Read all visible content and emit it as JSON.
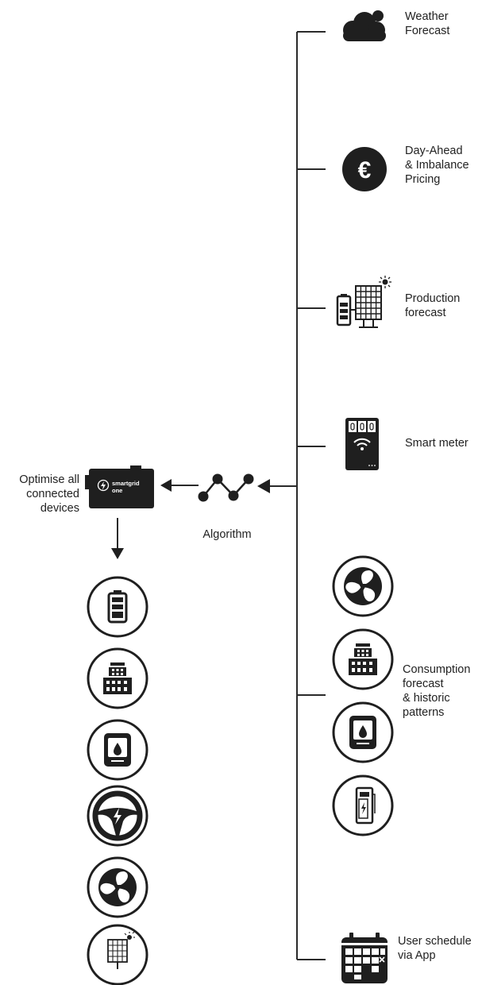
{
  "inputs": {
    "weather": [
      "Weather",
      "Forecast"
    ],
    "pricing": [
      "Day-Ahead",
      "& Imbalance",
      "Pricing"
    ],
    "production": [
      "Production",
      "forecast"
    ],
    "smart_meter": [
      "Smart meter"
    ],
    "consumption": [
      "Consumption",
      "forecast",
      "& historic",
      "patterns"
    ],
    "schedule": [
      "User schedule",
      "via App"
    ]
  },
  "center": {
    "algorithm_label": "Algorithm",
    "device_brand_line1": "smartgrid",
    "device_brand_line2": "one",
    "optimise_label": [
      "Optimise all",
      "connected",
      "devices"
    ]
  },
  "pricing_symbol": "€",
  "icons": {
    "weather": "cloud-icon",
    "pricing": "euro-icon",
    "production": "battery-solar-panel-icon",
    "meter": "smart-meter-icon",
    "consumption": [
      "fan-icon",
      "building-icon",
      "boiler-icon",
      "ev-charger-icon"
    ],
    "schedule": "calendar-icon",
    "outputs": [
      "battery-icon",
      "building-icon",
      "boiler-icon",
      "steering-wheel-icon",
      "fan-icon",
      "solar-panel-icon"
    ]
  },
  "colors": {
    "ink": "#1f1f1f",
    "line": "#2a2a2a",
    "background": "#ffffff"
  }
}
